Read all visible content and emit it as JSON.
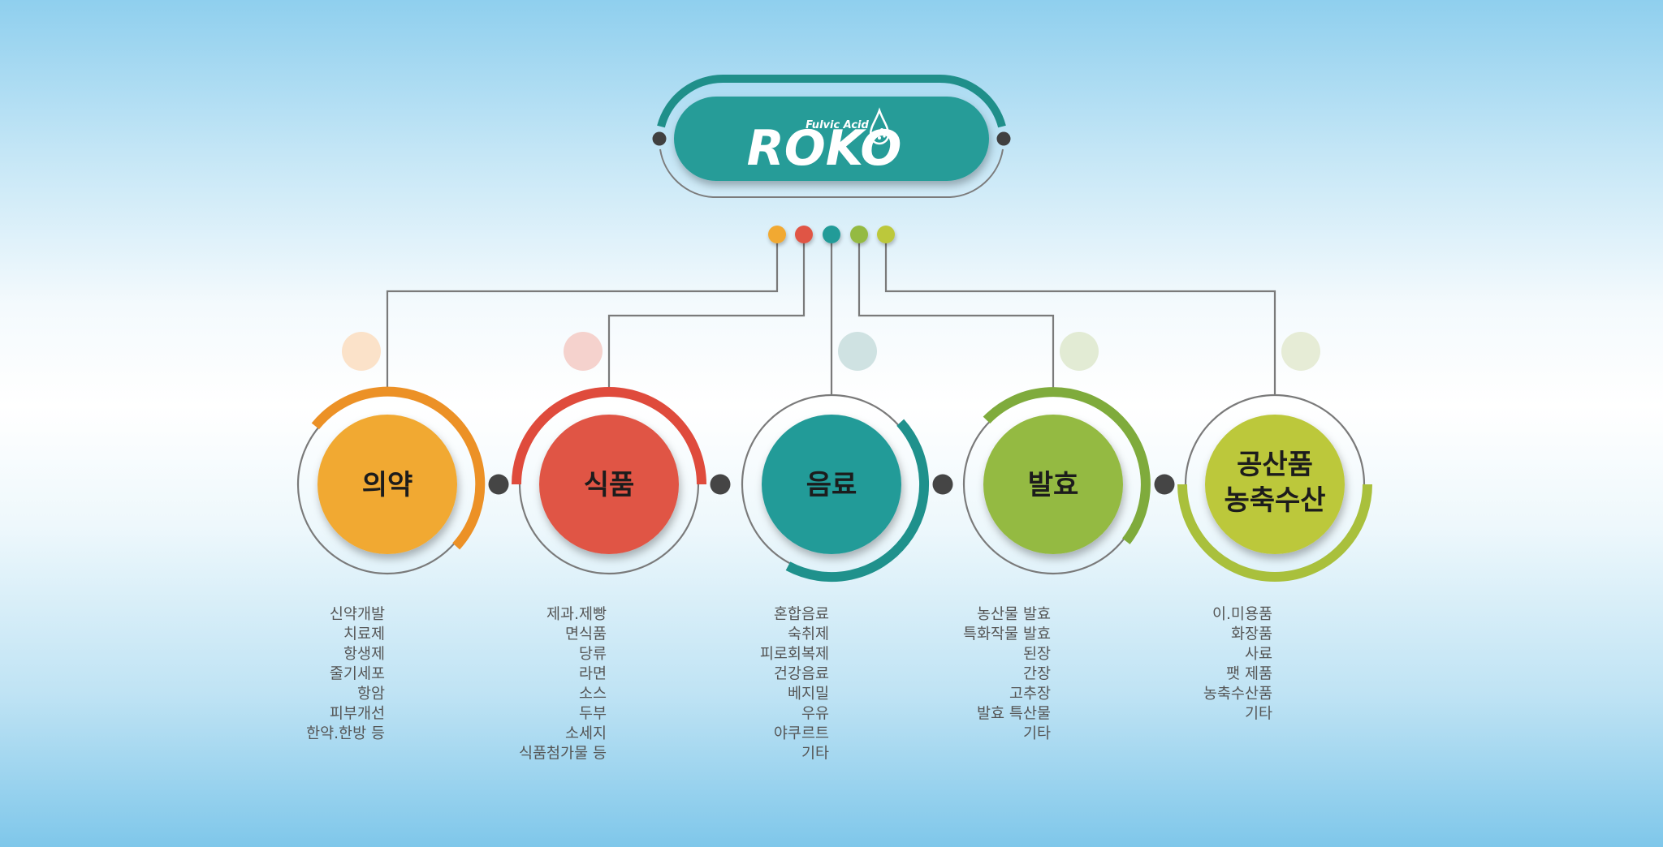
{
  "logo": {
    "text": "ROKO",
    "tagline": "Fulvic Acid",
    "bg_color": "#259c98",
    "ring_color": "#1f8f8a"
  },
  "categories": [
    {
      "name": "의약",
      "color": "#f1a931",
      "arc_color": "#ec9126",
      "light_color": "#fbe2c9",
      "items": [
        "신약개발",
        "치료제",
        "항생제",
        "줄기세포",
        "항암",
        "피부개선",
        "한약.한방 등"
      ]
    },
    {
      "name": "식품",
      "color": "#e05545",
      "arc_color": "#df4b3c",
      "light_color": "#f5d2cd",
      "items": [
        "제과.제빵",
        "면식품",
        "당류",
        "라면",
        "소스",
        "두부",
        "소세지",
        "식품첨가물 등"
      ]
    },
    {
      "name": "음료",
      "color": "#249b98",
      "arc_color": "#1f918c",
      "light_color": "#cfe2e2",
      "items": [
        "혼합음료",
        "숙취제",
        "피로회복제",
        "건강음료",
        "베지밀",
        "우유",
        "야쿠르트",
        "기타"
      ]
    },
    {
      "name": "발효",
      "color": "#94ba42",
      "arc_color": "#7fab3c",
      "light_color": "#e2ebd4",
      "items": [
        "농산물 발효",
        "특화작물 발효",
        "된장",
        "간장",
        "고추장",
        "발효 특산물",
        "기타"
      ]
    },
    {
      "name": [
        "공산품",
        "농축수산"
      ],
      "color": "#bcc83a",
      "arc_color": "#a9c03c",
      "light_color": "#e6ecd6",
      "items": [
        "이.미용품",
        "화장품",
        "사료",
        "팻 제품",
        "농축수산품",
        "기타"
      ]
    }
  ]
}
